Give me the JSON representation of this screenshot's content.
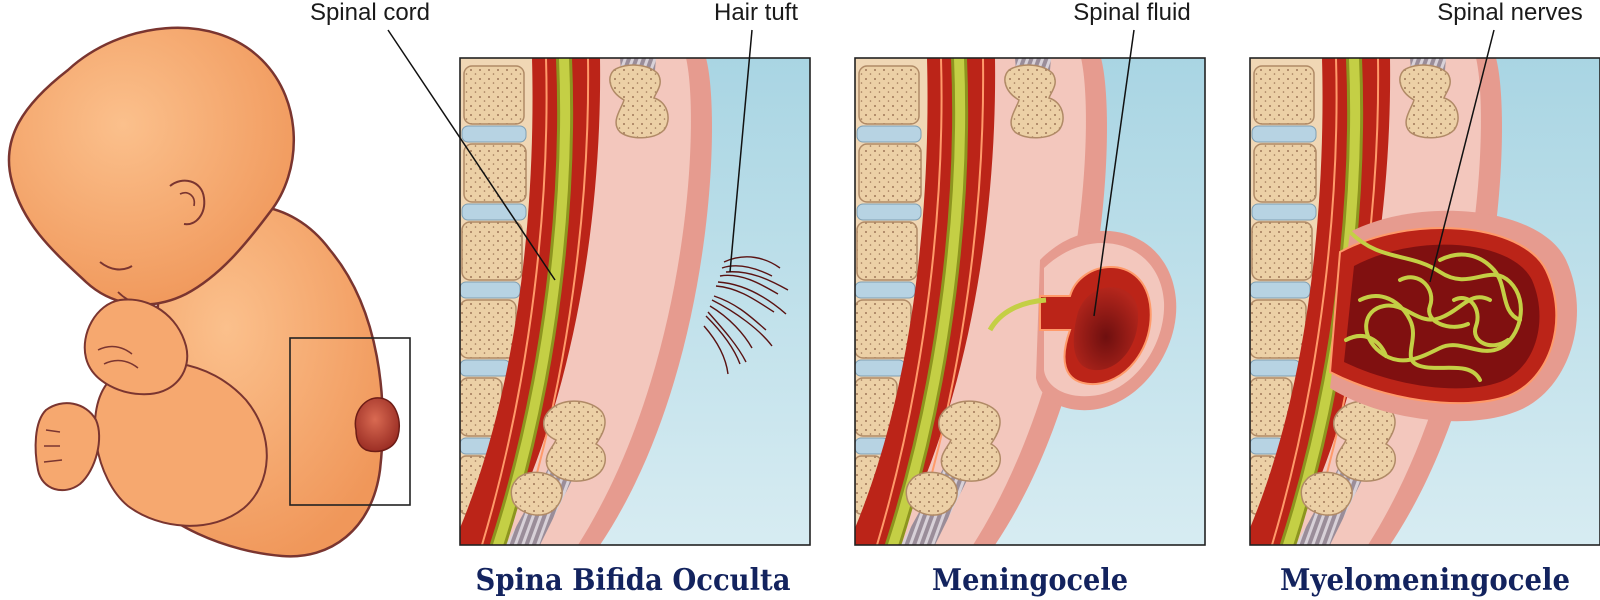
{
  "labels": {
    "spinal_cord": "Spinal cord",
    "hair_tuft": "Hair tuft",
    "spinal_fluid": "Spinal fluid",
    "spinal_nerves": "Spinal nerves"
  },
  "panels": [
    {
      "title": "Spina Bifida Occulta"
    },
    {
      "title": "Meningocele"
    },
    {
      "title": "Myelomeningocele"
    }
  ],
  "colors": {
    "skin": "#f6a86f",
    "skin_outline": "#7a3530",
    "sac": "#b8453a",
    "water": "#bde0ea",
    "bone": "#ecd0a6",
    "disc": "#b7d3e3",
    "dura": "#bb2418",
    "cord": "#b4bf36",
    "fat": "#f3c7bd",
    "skin_section": "#e69b8f",
    "title": "#13235e"
  }
}
